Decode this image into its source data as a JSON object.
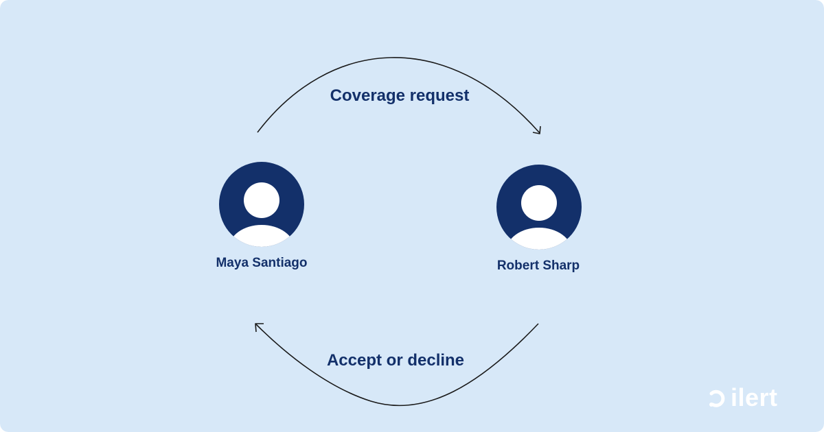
{
  "colors": {
    "background": "#d7e8f8",
    "primary": "#13306a",
    "arrow": "#1a1a1a",
    "avatar_fill": "#ffffff",
    "logo": "#ffffff"
  },
  "diagram": {
    "nodes": [
      {
        "id": "maya",
        "name": "Maya Santiago",
        "icon": "user-avatar-icon"
      },
      {
        "id": "robert",
        "name": "Robert Sharp",
        "icon": "user-avatar-icon"
      }
    ],
    "edges": [
      {
        "from": "maya",
        "to": "robert",
        "label": "Coverage request"
      },
      {
        "from": "robert",
        "to": "maya",
        "label": "Accept or decline"
      }
    ]
  },
  "branding": {
    "logo_text": "ilert",
    "logo_icon": "ilert-logo-icon"
  }
}
